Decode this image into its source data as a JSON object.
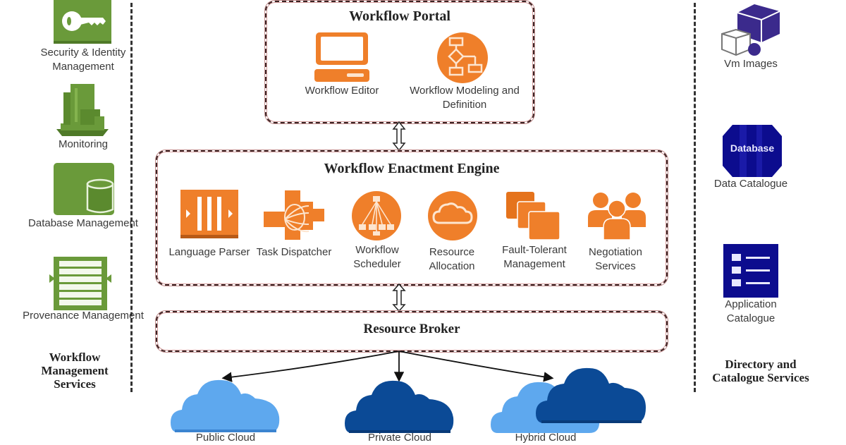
{
  "left_column": {
    "heading": "Workflow Management Services",
    "items": [
      {
        "label": "Security & Identity Management",
        "icon": "key-icon"
      },
      {
        "label": "Monitoring",
        "icon": "monitoring-building-icon"
      },
      {
        "label": "Database Management",
        "icon": "database-management-icon"
      },
      {
        "label": "Provenance Management",
        "icon": "provenance-list-icon"
      }
    ]
  },
  "right_column": {
    "heading": "Directory and Catalogue Services",
    "items": [
      {
        "label": "Vm Images",
        "icon": "vm-cubes-icon"
      },
      {
        "label": "Data Catalogue",
        "icon": "database-icon",
        "icon_text": "Database"
      },
      {
        "label": "Application Catalogue",
        "icon": "list-icon"
      }
    ]
  },
  "portal": {
    "title": "Workflow Portal",
    "items": [
      {
        "label": "Workflow Editor",
        "icon": "computer-icon"
      },
      {
        "label": "Workflow Modeling and Definition",
        "icon": "flowchart-icon"
      }
    ]
  },
  "engine": {
    "title": "Workflow Enactment Engine",
    "items": [
      {
        "label": "Language Parser",
        "icon": "parser-icon"
      },
      {
        "label": "Task Dispatcher",
        "icon": "dispatcher-icon"
      },
      {
        "label": "Workflow Scheduler",
        "icon": "scheduler-icon"
      },
      {
        "label": "Resource Allocation",
        "icon": "cloud-icon"
      },
      {
        "label": "Fault-Tolerant Management",
        "icon": "stacked-squares-icon"
      },
      {
        "label": "Negotiation Services",
        "icon": "people-icon"
      }
    ]
  },
  "broker": {
    "title": "Resource Broker"
  },
  "clouds": [
    {
      "label": "Public Cloud",
      "color": "#5ea8ee"
    },
    {
      "label": "Private Cloud",
      "color": "#0b4a96"
    },
    {
      "label": "Hybrid Cloud",
      "color": "#0b4a96"
    }
  ],
  "colors": {
    "green": "#6a9a3a",
    "orange": "#ef7f2a",
    "navy": "#0c0c8e",
    "purple": "#3b2a8c",
    "light_blue": "#5ea8ee",
    "dark_blue": "#0b4a96"
  }
}
